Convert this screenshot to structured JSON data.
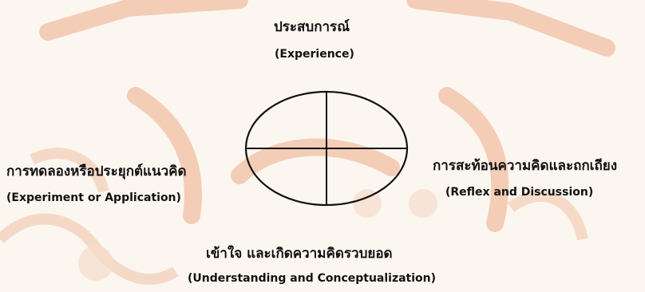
{
  "diagram": {
    "top": {
      "thai": "ประสบการณ์",
      "english": "(Experience)"
    },
    "right": {
      "thai": "การสะท้อนความคิดและถกเถียง",
      "english": "(Reflex and Discussion)"
    },
    "bottom": {
      "thai": "เข้าใจ และเกิดความคิดรวบยอด",
      "english": "(Understanding and Conceptualization)"
    },
    "left": {
      "thai": "การทดลองหรือประยุกต์แนวคิด",
      "english": "(Experiment or Application)"
    }
  },
  "colors": {
    "watermark": "#f3c9b0",
    "ink": "#111111",
    "background": "#fbf6f0"
  }
}
